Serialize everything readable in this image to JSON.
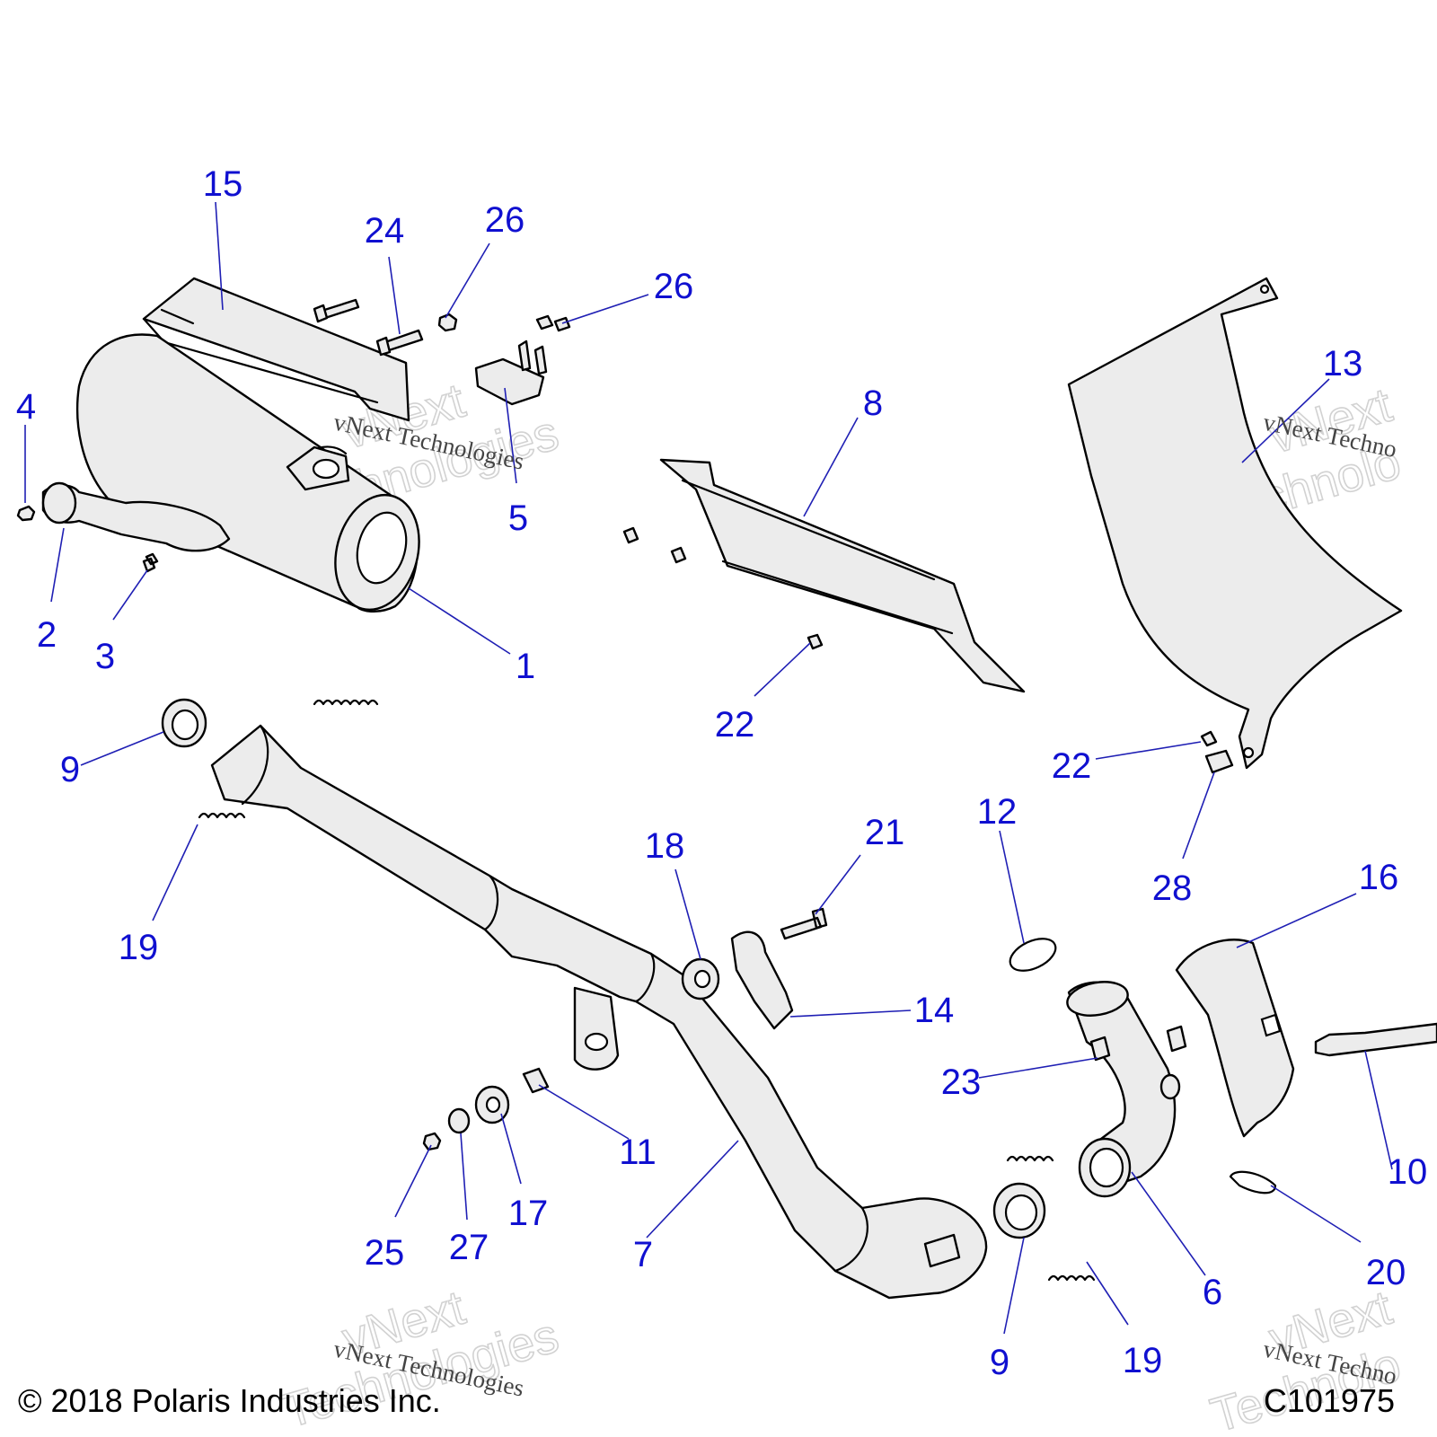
{
  "callouts": [
    {
      "id": "c15",
      "text": "15"
    },
    {
      "id": "c24",
      "text": "24"
    },
    {
      "id": "c26a",
      "text": "26"
    },
    {
      "id": "c26b",
      "text": "26"
    },
    {
      "id": "c13",
      "text": "13"
    },
    {
      "id": "c8",
      "text": "8"
    },
    {
      "id": "c4",
      "text": "4"
    },
    {
      "id": "c5",
      "text": "5"
    },
    {
      "id": "c2",
      "text": "2"
    },
    {
      "id": "c3",
      "text": "3"
    },
    {
      "id": "c1",
      "text": "1"
    },
    {
      "id": "c22a",
      "text": "22"
    },
    {
      "id": "c9a",
      "text": "9"
    },
    {
      "id": "c22b",
      "text": "22"
    },
    {
      "id": "c12",
      "text": "12"
    },
    {
      "id": "c28",
      "text": "28"
    },
    {
      "id": "c18",
      "text": "18"
    },
    {
      "id": "c21",
      "text": "21"
    },
    {
      "id": "c19a",
      "text": "19"
    },
    {
      "id": "c16",
      "text": "16"
    },
    {
      "id": "c14",
      "text": "14"
    },
    {
      "id": "c23",
      "text": "23"
    },
    {
      "id": "c11",
      "text": "11"
    },
    {
      "id": "c10",
      "text": "10"
    },
    {
      "id": "c17",
      "text": "17"
    },
    {
      "id": "c25",
      "text": "25"
    },
    {
      "id": "c27",
      "text": "27"
    },
    {
      "id": "c7",
      "text": "7"
    },
    {
      "id": "c20",
      "text": "20"
    },
    {
      "id": "c6",
      "text": "6"
    },
    {
      "id": "c9b",
      "text": "9"
    },
    {
      "id": "c19b",
      "text": "19"
    }
  ],
  "watermark": {
    "serif_text": "vNext Technologies",
    "serif_text_cut": "vNext Techno",
    "big_line1": "vNext",
    "big_line2": "Technologies",
    "big_line2_cut": "Technolo"
  },
  "footer": {
    "copyright": "© 2018 Polaris Industries Inc.",
    "drawing_id": "C101975"
  },
  "colors": {
    "callout": "#1010d0",
    "leader": "#1f1fb4",
    "part_fill": "#ececec",
    "outline": "#000000"
  }
}
